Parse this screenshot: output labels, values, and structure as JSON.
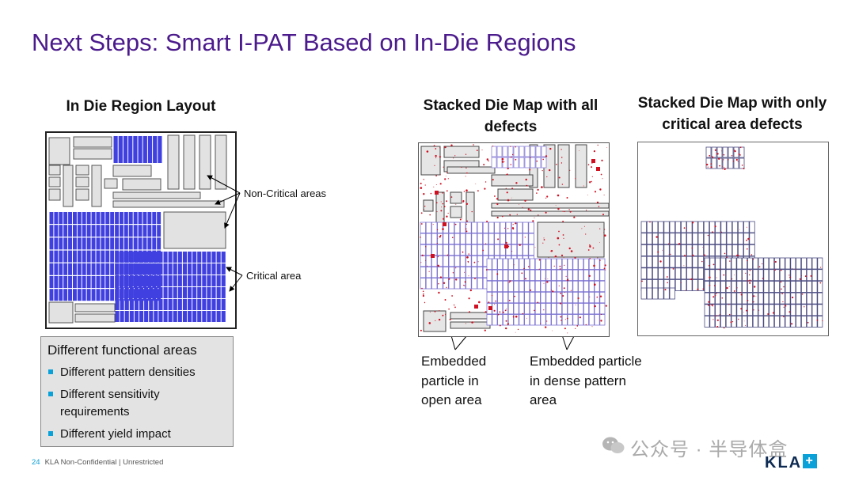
{
  "slide_title": "Next Steps: Smart I-PAT Based on In-Die Regions",
  "left_panel": {
    "title": "In Die Region Layout",
    "callout_noncritical": "Non-Critical areas",
    "callout_critical": "Critical area"
  },
  "info_box": {
    "heading": "Different functional areas",
    "bullets": [
      "Different pattern densities",
      "Different sensitivity requirements",
      "Different yield impact"
    ]
  },
  "middle_panel": {
    "title": "Stacked Die Map with all defects",
    "label_open": "Embedded particle in open area",
    "label_dense": "Embedded particle in dense pattern area"
  },
  "right_panel": {
    "title": "Stacked Die Map with only critical area defects"
  },
  "footer": {
    "page_number": "24",
    "classification": "KLA Non-Confidential | Unrestricted"
  },
  "watermark": "公众号 · 半导体盒",
  "logo": {
    "text": "KLA",
    "plus": "+"
  },
  "colors": {
    "title": "#4b1a8c",
    "critical": "#4040e0",
    "defect": "#d01020",
    "accent": "#0aa0d8"
  }
}
